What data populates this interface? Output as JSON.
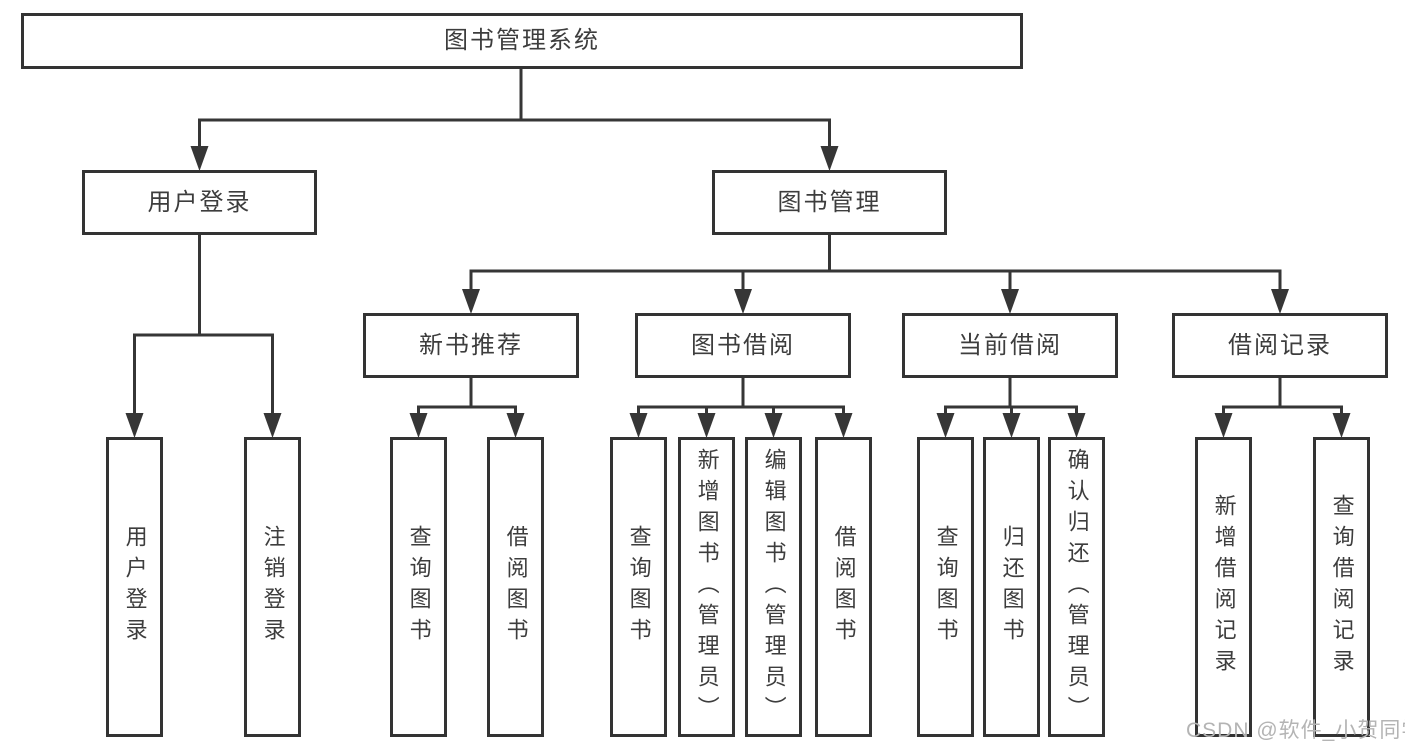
{
  "diagram": {
    "type": "hierarchy-tree",
    "root": {
      "label": "图书管理系统"
    },
    "branches": [
      {
        "label": "用户登录",
        "leaves": [
          {
            "label": "用户登录"
          },
          {
            "label": "注销登录"
          }
        ]
      },
      {
        "label": "图书管理",
        "groups": [
          {
            "label": "新书推荐",
            "leaves": [
              {
                "label": "查询图书"
              },
              {
                "label": "借阅图书"
              }
            ]
          },
          {
            "label": "图书借阅",
            "leaves": [
              {
                "label": "查询图书"
              },
              {
                "label": "新增图书（管理员）"
              },
              {
                "label": "编辑图书（管理员）"
              },
              {
                "label": "借阅图书"
              }
            ]
          },
          {
            "label": "当前借阅",
            "leaves": [
              {
                "label": "查询图书"
              },
              {
                "label": "归还图书"
              },
              {
                "label": "确认归还（管理员）"
              }
            ]
          },
          {
            "label": "借阅记录",
            "leaves": [
              {
                "label": "新增借阅记录"
              },
              {
                "label": "查询借阅记录"
              }
            ]
          }
        ]
      }
    ]
  },
  "watermark": {
    "text": "CSDN @软件_小贺同学",
    "color": "#b4b4b4"
  },
  "colors": {
    "connector": "#363636",
    "box_border": "#333333",
    "text": "#3d3d3d",
    "watermark": "#b4b4b4",
    "background": "#ffffff"
  }
}
